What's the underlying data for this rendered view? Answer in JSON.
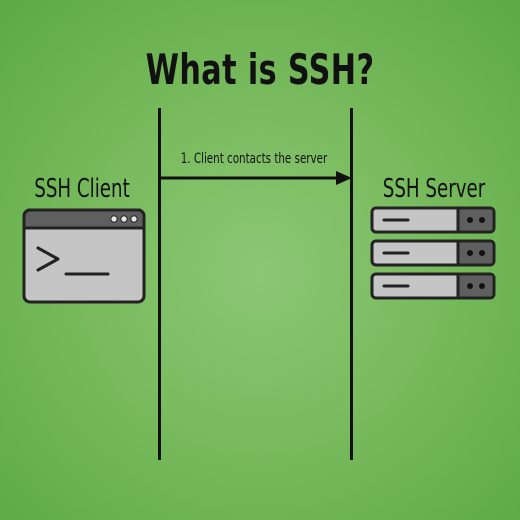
{
  "title": {
    "text": "What is SSH?"
  },
  "message": {
    "label": "1. Client contacts the server"
  },
  "client": {
    "label": "SSH Client",
    "icon": "terminal-window-icon",
    "prompt": ">_"
  },
  "server": {
    "label": "SSH Server",
    "icon": "server-rack-icon",
    "units": 3
  },
  "colors": {
    "background": "#79bb5e",
    "ink": "#111111",
    "device_fill": "#c5c5c5",
    "device_bar": "#5f5f5f"
  }
}
